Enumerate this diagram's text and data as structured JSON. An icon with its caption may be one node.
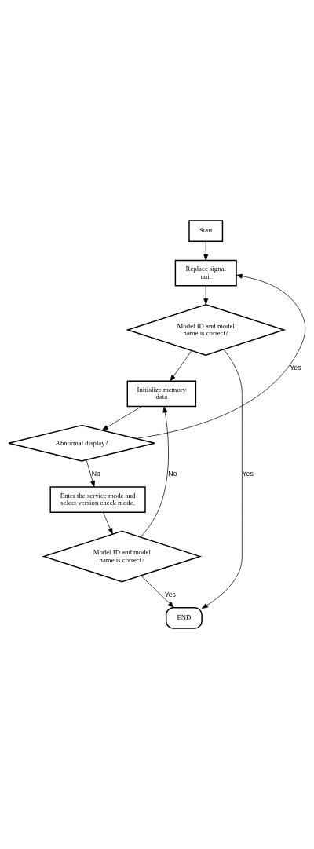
{
  "diagram": {
    "nodes": [
      {
        "text": [
          "Start"
        ]
      },
      {
        "text": [
          "Replace signal unit"
        ]
      },
      {
        "text": [
          "Model ID and model name is correct?"
        ]
      },
      {
        "text": [
          "Initialize memory data"
        ]
      },
      {
        "text": [
          "Abnormal display?"
        ]
      },
      {
        "text": [
          "Enter the service mode and select version check mode."
        ]
      },
      {
        "text": [
          "Model ID and model name is correct?"
        ]
      },
      {
        "text": [
          "END"
        ]
      }
    ],
    "edges": [
      {
        "from": 0,
        "to": 1,
        "arrow": "to"
      },
      {
        "from": 1,
        "to": 2,
        "arrow": "to"
      },
      {
        "from": 2,
        "to": 3,
        "arrow": "to"
      },
      {
        "from": 2,
        "to": 7,
        "arrow": "to",
        "label": "Yes"
      },
      {
        "from": 3,
        "to": 4,
        "arrow": "to"
      },
      {
        "from": 4,
        "to": 1,
        "arrow": "to",
        "label": "Yes"
      },
      {
        "from": 4,
        "to": 5,
        "arrow": "to",
        "label": "No"
      },
      {
        "from": 5,
        "to": 6,
        "arrow": "to"
      },
      {
        "from": 6,
        "to": 3,
        "arrow": "to",
        "label": "No"
      },
      {
        "from": 6,
        "to": 7,
        "arrow": "to",
        "label": "Yes"
      }
    ]
  }
}
